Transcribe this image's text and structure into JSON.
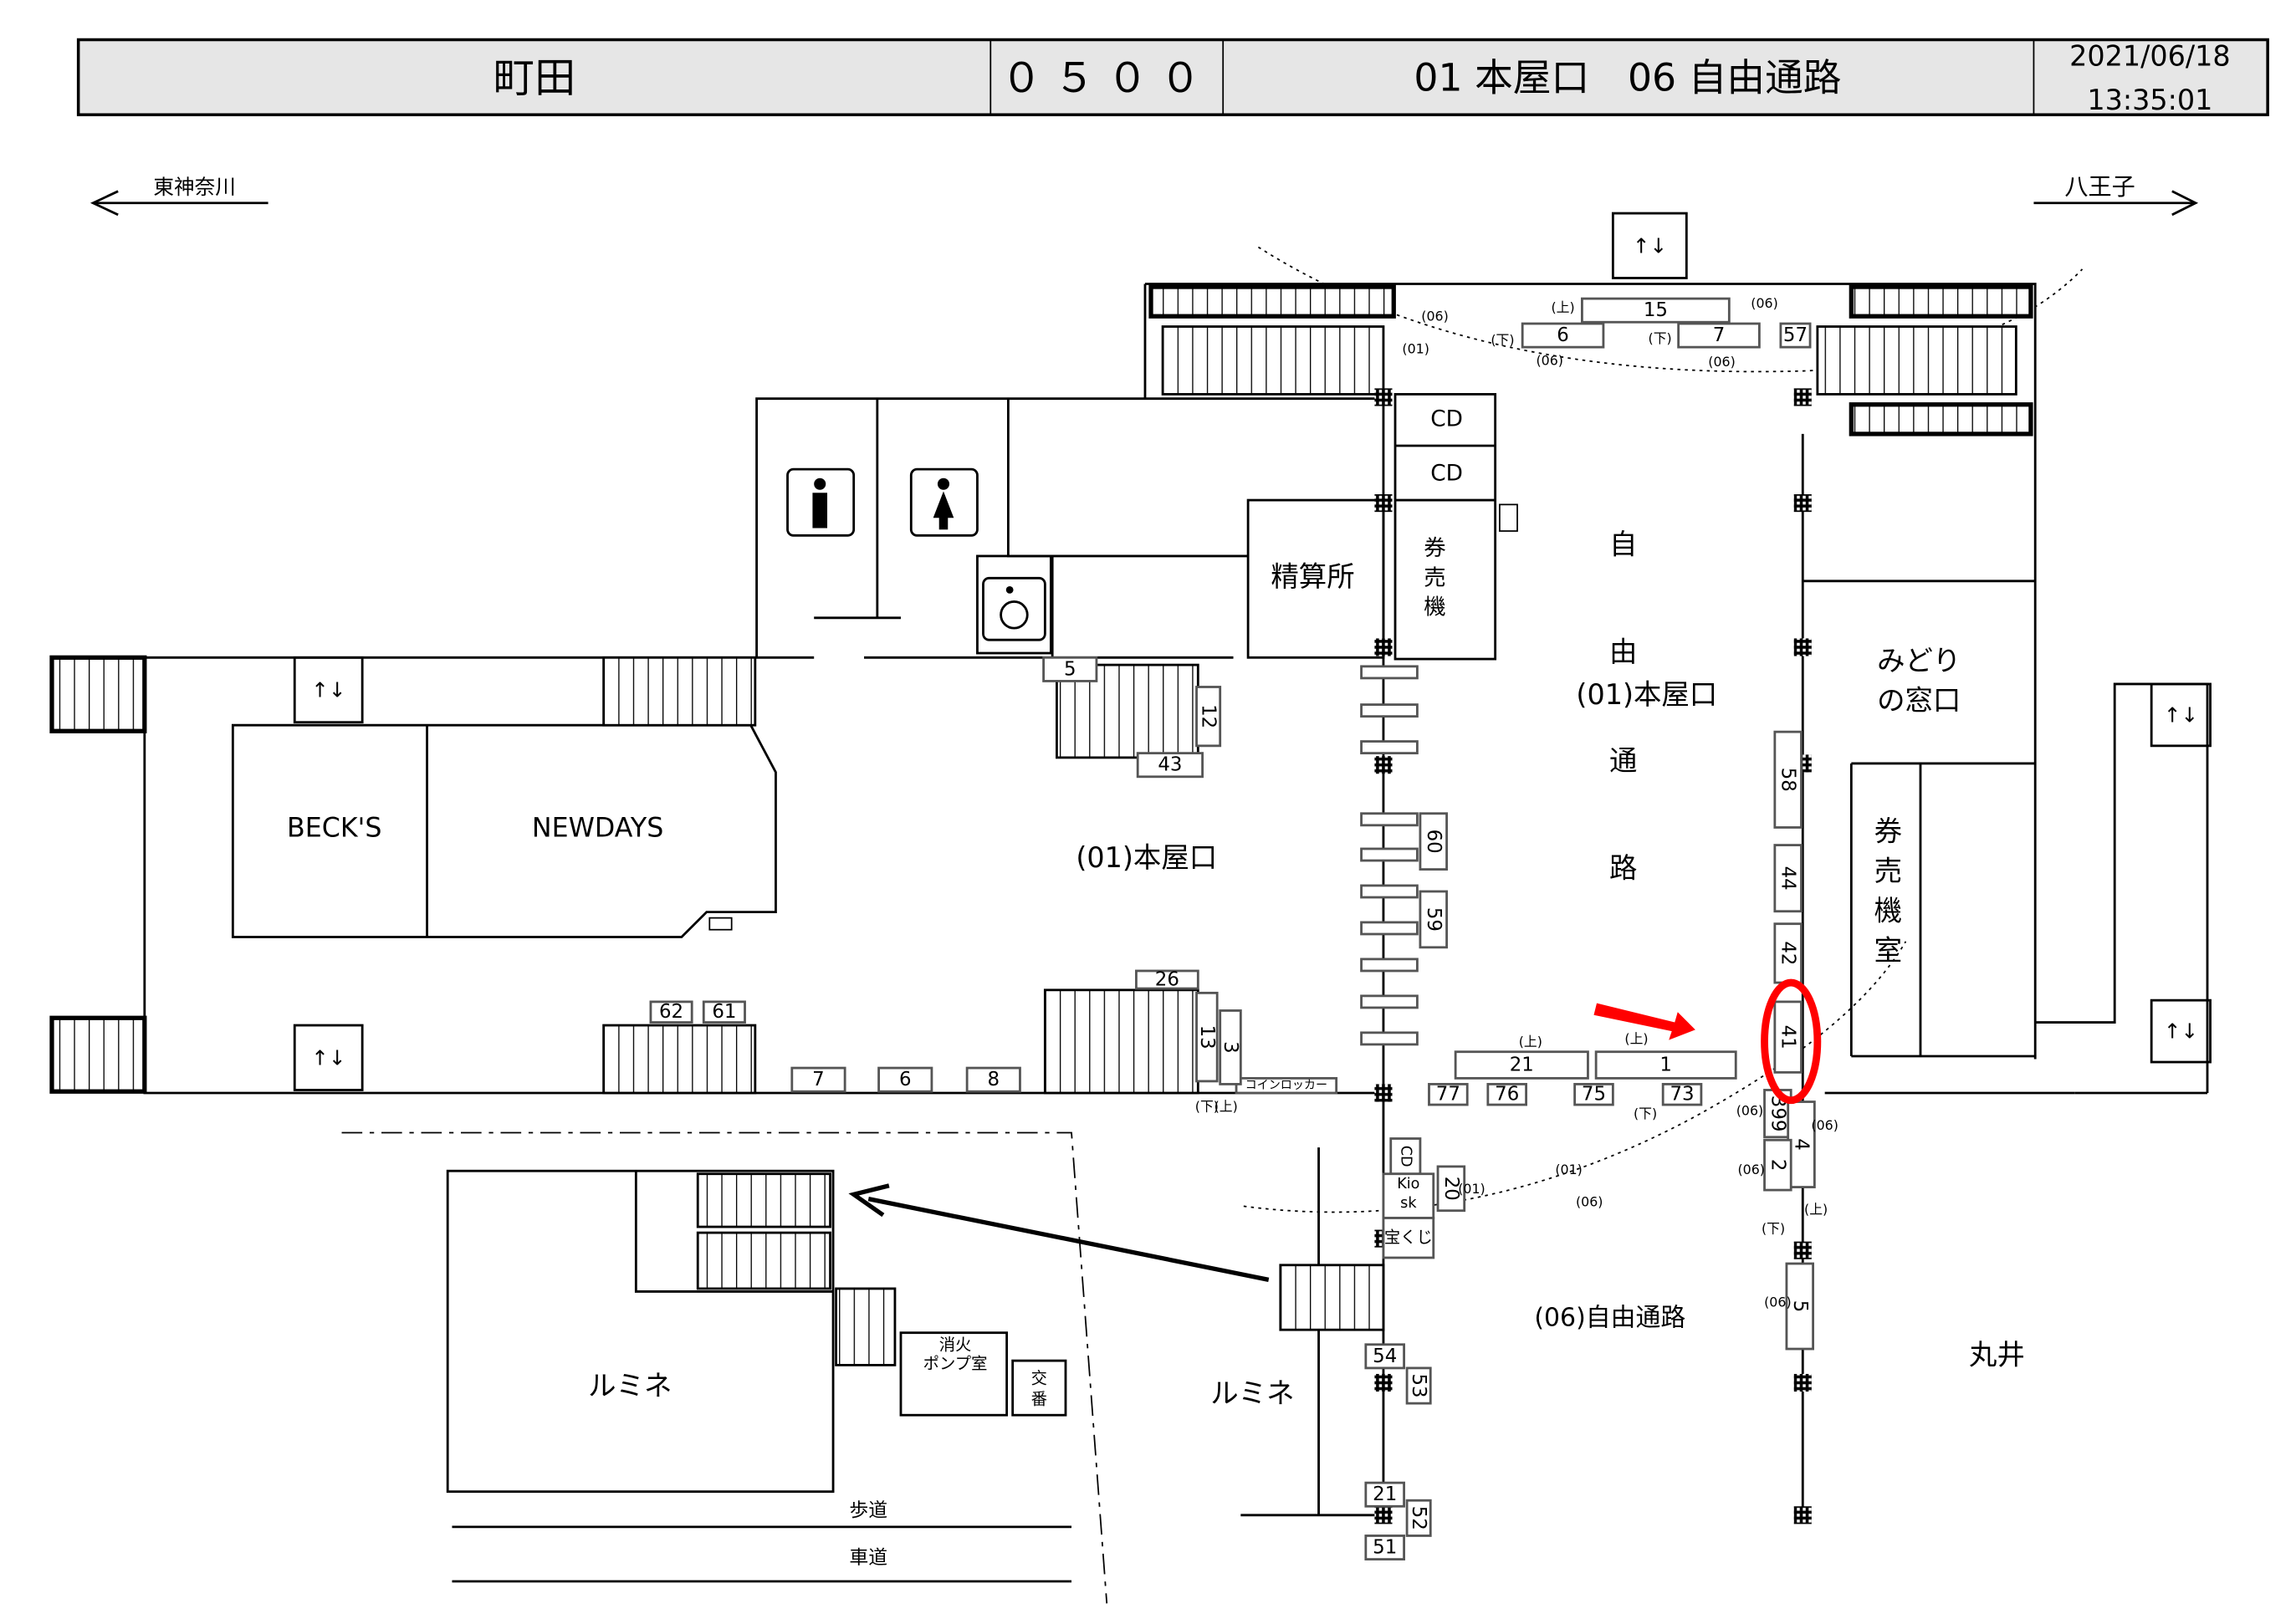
{
  "header": {
    "station": "町田",
    "code": "０５００",
    "exits": "01 本屋口　06 自由通路",
    "date": "2021/06/18",
    "time": "13:35:01"
  },
  "directions": {
    "left": "東神奈川",
    "right": "八王子"
  },
  "labels": {
    "free_passage_chars": [
      "自",
      "由",
      "通",
      "路"
    ],
    "honya_exit_upper": "(01)本屋口",
    "honya_exit_lower": "(01)本屋口",
    "midori_1": "みどり",
    "midori_2": "の窓口",
    "ticket_room_chars": [
      "券",
      "売",
      "機",
      "室"
    ],
    "ticket_machine_chars": [
      "券",
      "売",
      "機"
    ],
    "fare_adjustment": "精算所",
    "becks": "BECK'S",
    "newdays": "NEWDAYS",
    "lumine_left": "ルミネ",
    "lumine_right": "ルミネ",
    "marui": "丸井",
    "free_passage_06": "(06)自由通路",
    "sidewalk": "歩道",
    "roadway": "車道",
    "pump_room_1": "消火",
    "pump_room_2": "ポンプ室",
    "police_box_1": "交",
    "police_box_2": "番",
    "cd_1": "CD",
    "cd_2": "CD",
    "cd_3": "CD",
    "kiosk_1": "Kio",
    "kiosk_2": "sk",
    "lottery": "宝くじ",
    "coin_locker": "コインロッカー",
    "elevator": "↑↓"
  },
  "boxes": [
    "15",
    "6",
    "7",
    "57",
    "5",
    "12",
    "43",
    "60",
    "59",
    "58",
    "44",
    "42",
    "41",
    "62",
    "61",
    "26",
    "13",
    "3",
    "7",
    "6",
    "8",
    "21",
    "1",
    "77",
    "76",
    "75",
    "73",
    "399",
    "4",
    "2",
    "20",
    "5",
    "54",
    "53",
    "21",
    "52",
    "51"
  ],
  "small_labels": [
    "(06)",
    "(01)",
    "(上)",
    "(下)",
    "(06)",
    "(下)",
    "(06)",
    "(06)",
    "(上)",
    "(上)",
    "(下)",
    "(01)",
    "(06)",
    "(06)",
    "(06)",
    "(06)",
    "(上)",
    "(下)",
    "(06)",
    "(01)",
    "(上)",
    "(下)"
  ],
  "highlight": {
    "target_box": "41",
    "color": "#ff0000"
  }
}
